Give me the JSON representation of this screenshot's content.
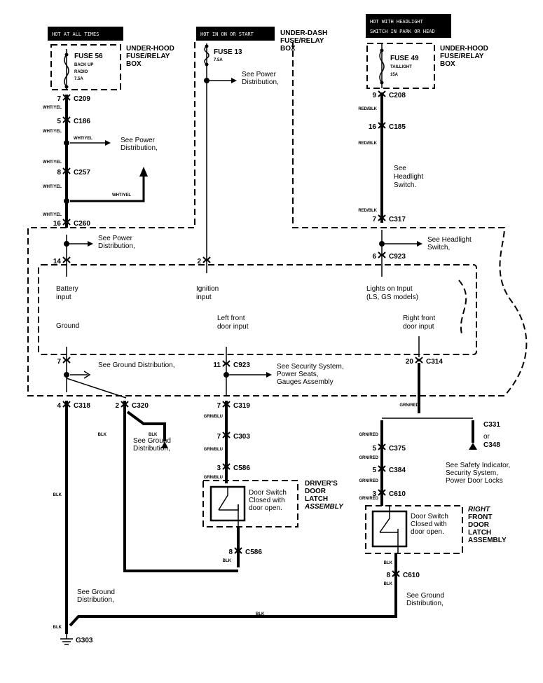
{
  "labels": {
    "hot_all_times": "HOT AT ALL TIMES",
    "hot_on_start": "HOT IN ON OR START",
    "hot_headlight_1": "HOT WITH HEADLIGHT",
    "hot_headlight_2": "SWITCH IN PARK OR HEAD"
  },
  "boxes": {
    "underhood": [
      "UNDER-HOOD",
      "FUSE/RELAY",
      "BOX"
    ],
    "underdash": [
      "UNDER-DASH",
      "FUSE/RELAY",
      "BOX"
    ]
  },
  "fuses": {
    "f56": {
      "name": "FUSE 56",
      "desc1": "BACK UP",
      "desc2": "RADIO",
      "rating": "7.5A"
    },
    "f13": {
      "name": "FUSE 13",
      "rating": "7.5A"
    },
    "f49": {
      "name": "FUSE 49",
      "desc1": "TAILLIGHT",
      "rating": "15A"
    }
  },
  "connectors": {
    "c209": {
      "pin": "7",
      "name": "C209"
    },
    "c186": {
      "pin": "5",
      "name": "C186"
    },
    "c257": {
      "pin": "8",
      "name": "C257"
    },
    "c260": {
      "pin": "16",
      "name": "C260"
    },
    "m14": {
      "pin": "14"
    },
    "m2": {
      "pin": "2"
    },
    "c208": {
      "pin": "9",
      "name": "C208"
    },
    "c185": {
      "pin": "16",
      "name": "C185"
    },
    "c317": {
      "pin": "7",
      "name": "C317"
    },
    "c923a": {
      "pin": "6",
      "name": "C923"
    },
    "m7": {
      "pin": "7"
    },
    "c923b": {
      "pin": "11",
      "name": "C923"
    },
    "c314": {
      "pin": "20",
      "name": "C314"
    },
    "c318": {
      "pin": "4",
      "name": "C318"
    },
    "c320": {
      "pin": "2",
      "name": "C320"
    },
    "c319": {
      "pin": "7",
      "name": "C319"
    },
    "c303": {
      "pin": "7",
      "name": "C303"
    },
    "c586a": {
      "pin": "3",
      "name": "C586"
    },
    "c586b": {
      "pin": "8",
      "name": "C586"
    },
    "c331": {
      "name": "C331",
      "or": "or",
      "alt": "C348"
    },
    "c375": {
      "pin": "5",
      "name": "C375"
    },
    "c384": {
      "pin": "5",
      "name": "C384"
    },
    "c610a": {
      "pin": "3",
      "name": "C610"
    },
    "c610b": {
      "pin": "8",
      "name": "C610"
    },
    "g303": {
      "name": "G303"
    }
  },
  "wires": {
    "wy": "WHT/YEL",
    "rb": "RED/BLK",
    "gb": "GRN/BLU",
    "gr": "GRN/RED",
    "blk": "BLK"
  },
  "notes": {
    "power1": [
      "See Power",
      "Distribution,"
    ],
    "headlight1": [
      "See",
      "Headlight",
      "Switch."
    ],
    "headlight2": [
      "See Headlight",
      "Switch,"
    ],
    "ground1": "See Ground Distribution,",
    "security": [
      "See Security System,",
      "Power Seats,",
      "Gauges Assembly"
    ],
    "ground2": [
      "See Ground",
      "Distribution,"
    ],
    "safety": [
      "See Safety Indicator,",
      "Security System,",
      "Power Door Locks"
    ]
  },
  "module": {
    "battery": [
      "Battery",
      "input"
    ],
    "ignition": [
      "Ignition",
      "input"
    ],
    "lights": [
      "Lights on Input",
      "(LS, GS models)"
    ],
    "ground": "Ground",
    "left_door": [
      "Left front",
      "door input"
    ],
    "right_door": [
      "Right front",
      "door input"
    ]
  },
  "driver_latch": {
    "switch": [
      "Door Switch",
      "Closed with",
      "door open."
    ],
    "title": [
      "DRIVER'S",
      "DOOR",
      "LATCH",
      "ASSEMBLY"
    ]
  },
  "right_latch": {
    "switch": [
      "Door Switch",
      "Closed with",
      "door open."
    ],
    "title": [
      "RIGHT",
      "FRONT",
      "DOOR",
      "LATCH",
      "ASSEMBLY"
    ]
  }
}
